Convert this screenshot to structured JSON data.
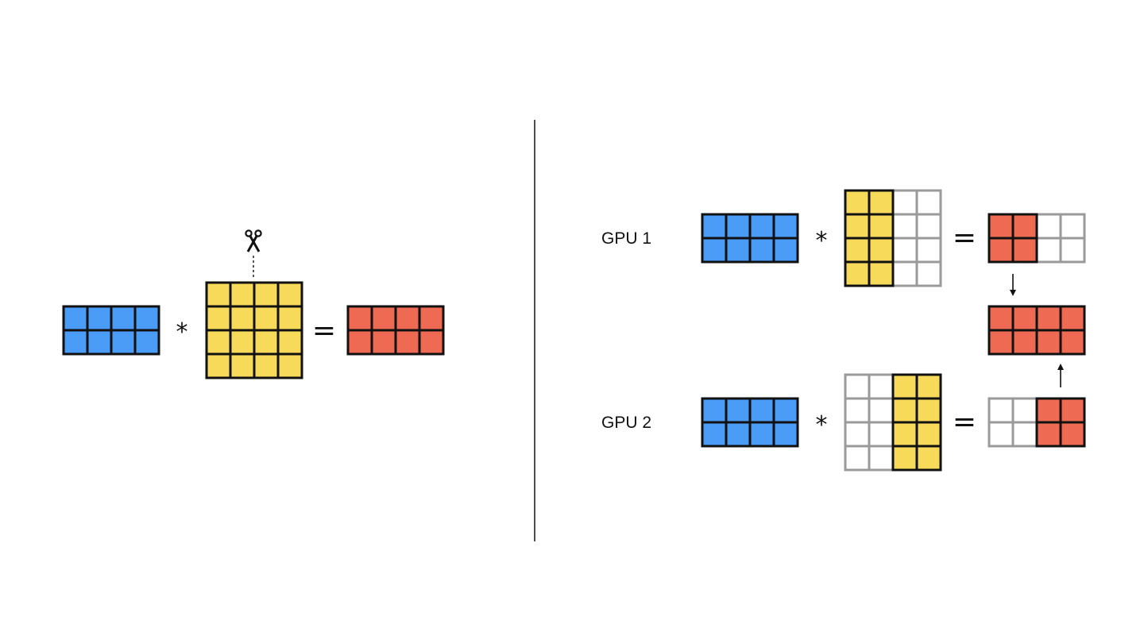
{
  "colors": {
    "input": "#4a9cf7",
    "weight": "#f8da5b",
    "output": "#ee6a52",
    "empty": "#ffffff",
    "active_border": "#111111",
    "inactive_border": "#9a9a9a",
    "divider": "#222222"
  },
  "operators": {
    "multiply": "*",
    "equals": "="
  },
  "icons": {
    "cut": "scissors-icon"
  },
  "left_panel": {
    "input_matrix": {
      "rows": 2,
      "cols": 4,
      "filled_cols": [
        0,
        1,
        2,
        3
      ]
    },
    "weight_matrix": {
      "rows": 4,
      "cols": 4,
      "filled_cols": [
        0,
        1,
        2,
        3
      ]
    },
    "output_matrix": {
      "rows": 2,
      "cols": 4,
      "filled_cols": [
        0,
        1,
        2,
        3
      ]
    }
  },
  "right_panel": {
    "gpus": [
      {
        "label": "GPU 1",
        "input_matrix": {
          "rows": 2,
          "cols": 4,
          "filled_cols": [
            0,
            1,
            2,
            3
          ]
        },
        "weight_matrix": {
          "rows": 4,
          "cols": 4,
          "filled_cols": [
            0,
            1
          ]
        },
        "output_matrix": {
          "rows": 2,
          "cols": 4,
          "filled_cols": [
            0,
            1
          ]
        }
      },
      {
        "label": "GPU 2",
        "input_matrix": {
          "rows": 2,
          "cols": 4,
          "filled_cols": [
            0,
            1,
            2,
            3
          ]
        },
        "weight_matrix": {
          "rows": 4,
          "cols": 4,
          "filled_cols": [
            2,
            3
          ]
        },
        "output_matrix": {
          "rows": 2,
          "cols": 4,
          "filled_cols": [
            2,
            3
          ]
        }
      }
    ],
    "combined_output": {
      "rows": 2,
      "cols": 4,
      "filled_cols": [
        0,
        1,
        2,
        3
      ]
    }
  }
}
